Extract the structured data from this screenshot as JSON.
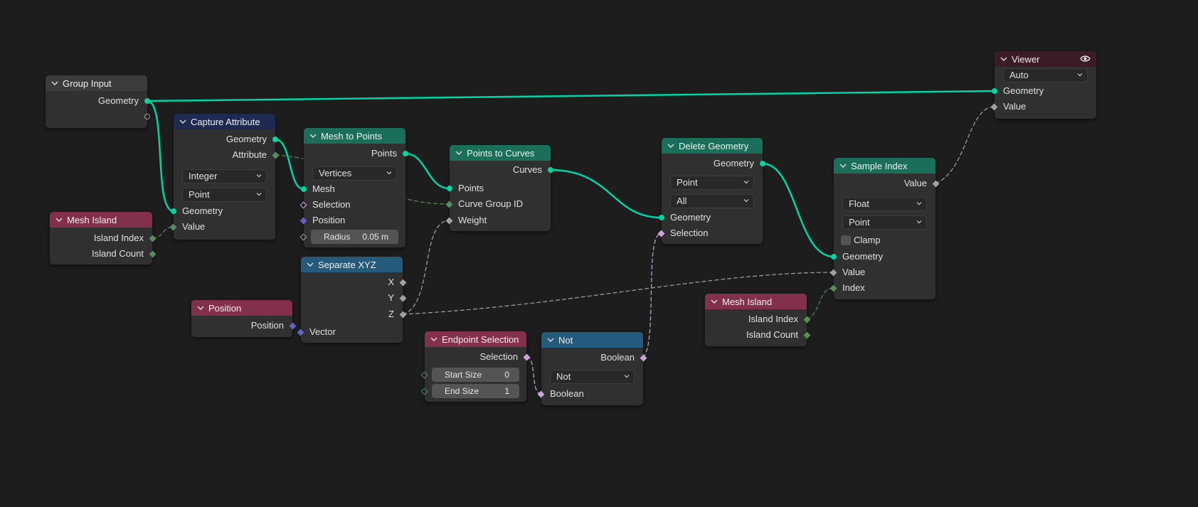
{
  "colors": {
    "background": "#1d1d1d",
    "node_body": "#303030",
    "header_input": "#3c3c3c",
    "header_attribute": "#1e2a4f",
    "header_geometry": "#1b6e5a",
    "header_input_field": "#83314a",
    "header_converter": "#245a7c",
    "header_output": "#3b1b27",
    "socket_geometry": "#00d6a3",
    "socket_int": "#598c5c",
    "socket_float": "#a1a1a1",
    "socket_vector": "#6363c7",
    "socket_bool": "#cca6d6"
  },
  "nodes": {
    "group_input": {
      "title": "Group Input",
      "geometry": "Geometry"
    },
    "capture_attribute": {
      "title": "Capture Attribute",
      "out_geometry": "Geometry",
      "out_attribute": "Attribute",
      "data_type": "Integer",
      "domain": "Point",
      "in_geometry": "Geometry",
      "in_value": "Value"
    },
    "mesh_island_1": {
      "title": "Mesh Island",
      "island_index": "Island Index",
      "island_count": "Island Count"
    },
    "mesh_to_points": {
      "title": "Mesh to Points",
      "out_points": "Points",
      "mode": "Vertices",
      "in_mesh": "Mesh",
      "in_selection": "Selection",
      "in_position": "Position",
      "radius_label": "Radius",
      "radius_value": "0.05 m"
    },
    "points_to_curves": {
      "title": "Points to Curves",
      "out_curves": "Curves",
      "in_points": "Points",
      "in_curve_group_id": "Curve Group ID",
      "in_weight": "Weight"
    },
    "separate_xyz": {
      "title": "Separate XYZ",
      "x": "X",
      "y": "Y",
      "z": "Z",
      "vector": "Vector"
    },
    "position": {
      "title": "Position",
      "out_position": "Position"
    },
    "endpoint_selection": {
      "title": "Endpoint Selection",
      "out_selection": "Selection",
      "start_label": "Start Size",
      "start_value": "0",
      "end_label": "End Size",
      "end_value": "1"
    },
    "not": {
      "title": "Not",
      "out_boolean": "Boolean",
      "operation": "Not",
      "in_boolean": "Boolean"
    },
    "delete_geometry": {
      "title": "Delete Geometry",
      "out_geometry": "Geometry",
      "domain": "Point",
      "mode": "All",
      "in_geometry": "Geometry",
      "in_selection": "Selection"
    },
    "sample_index": {
      "title": "Sample Index",
      "out_value": "Value",
      "data_type": "Float",
      "domain": "Point",
      "clamp": "Clamp",
      "in_geometry": "Geometry",
      "in_value": "Value",
      "in_index": "Index"
    },
    "mesh_island_2": {
      "title": "Mesh Island",
      "island_index": "Island Index",
      "island_count": "Island Count"
    },
    "viewer": {
      "title": "Viewer",
      "mode": "Auto",
      "in_geometry": "Geometry",
      "in_value": "Value"
    }
  }
}
